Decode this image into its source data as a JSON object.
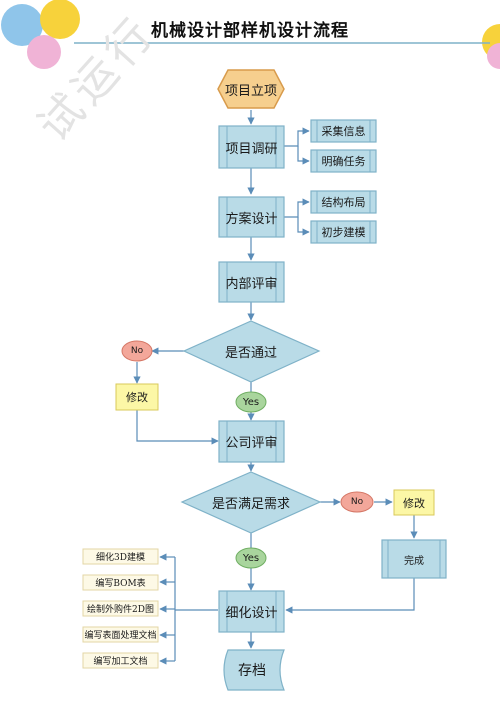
{
  "title": "机械设计部样机设计流程",
  "watermark": "试运行",
  "colors": {
    "box_fill": "#b9dbe7",
    "box_stroke": "#7fb2c8",
    "start_fill": "#f6cf8e",
    "start_stroke": "#d89b4c",
    "no_fill": "#f3a79a",
    "yes_fill": "#a9d59d",
    "note_fill": "#fcf7a6",
    "note_stroke": "#d9c85a",
    "line": "#5b8db8",
    "header_line": "#7fb2c8"
  },
  "nodes": {
    "start": "项目立项",
    "research": "项目调研",
    "collect_info": "采集信息",
    "define_tasks": "明确任务",
    "scheme_design": "方案设计",
    "structure_layout": "结构布局",
    "initial_modeling": "初步建模",
    "internal_review": "内部评审",
    "pass_decision": "是否通过",
    "no_1": "No",
    "modify_1": "修改",
    "yes_1": "Yes",
    "company_review": "公司评审",
    "requirement_decision": "是否满足需求",
    "no_2": "No",
    "modify_2": "修改",
    "complete": "完成",
    "yes_2": "Yes",
    "detail_design": "细化设计",
    "archive": "存档"
  },
  "detail_tasks": [
    "细化3D建模",
    "编写BOM表",
    "绘制外购件2D图",
    "编写表面处理文档",
    "编写加工文档"
  ]
}
